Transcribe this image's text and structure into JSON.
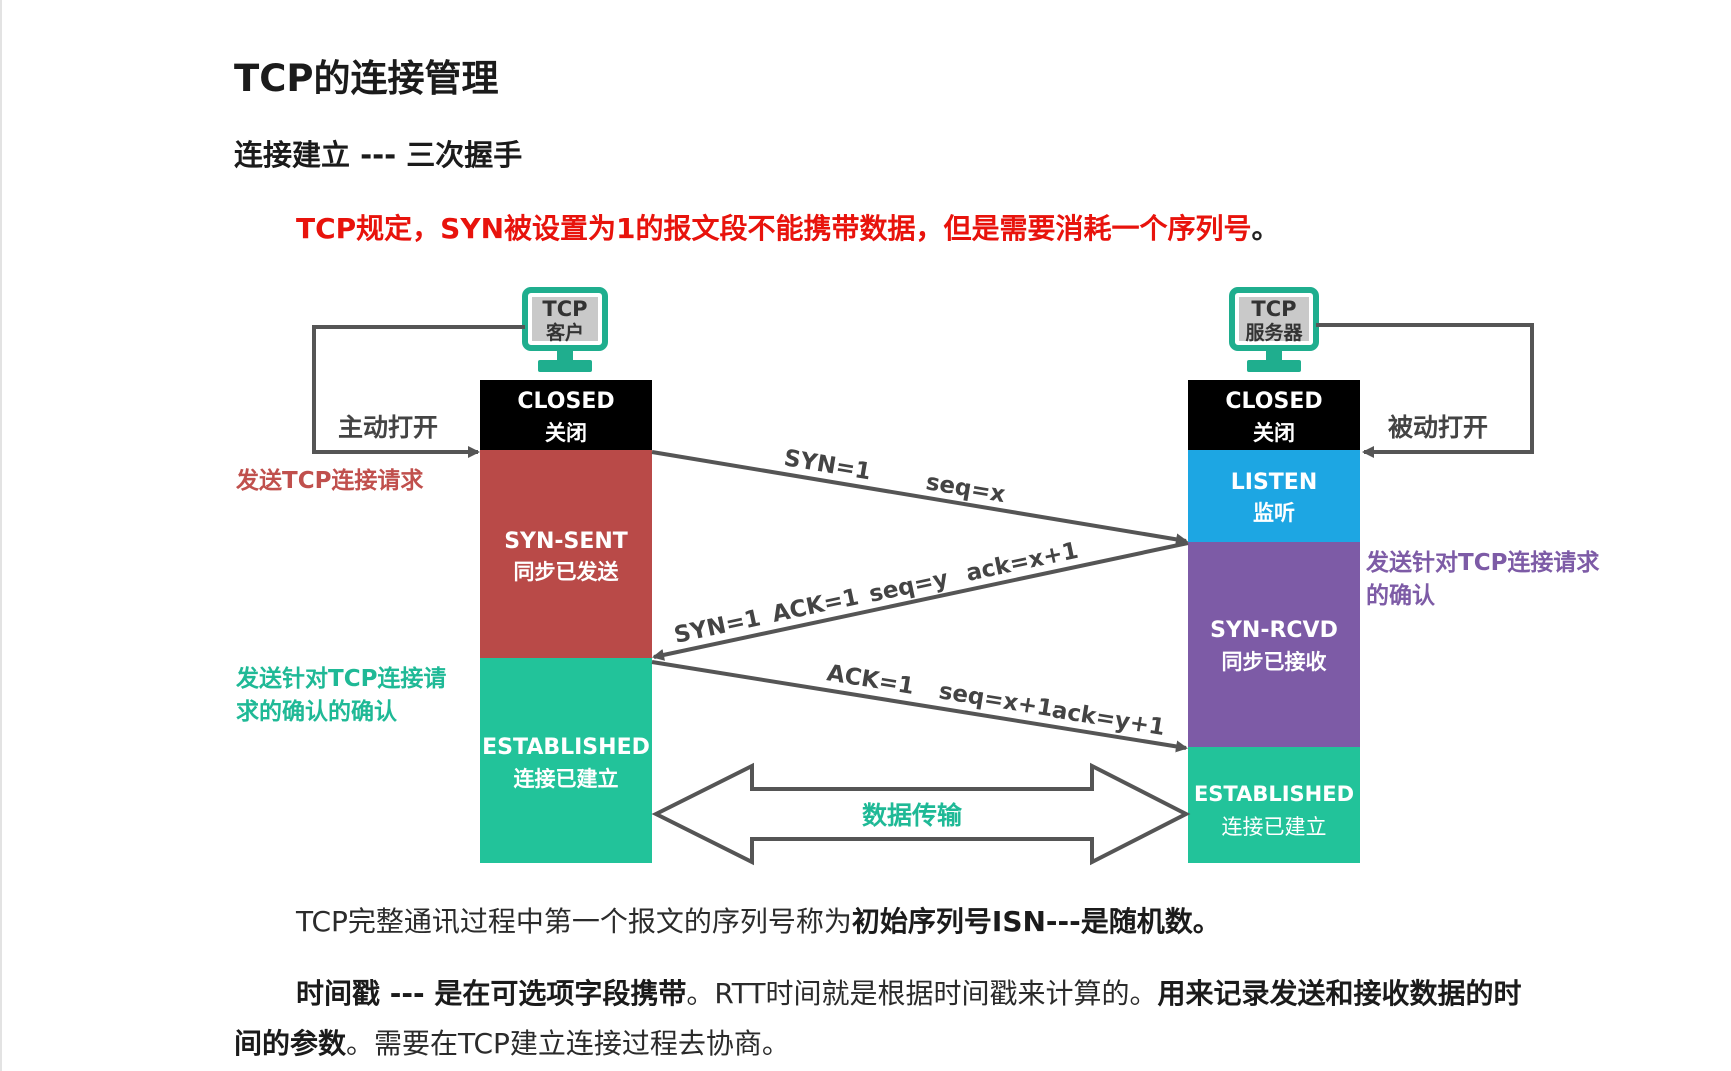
{
  "title": "TCP的连接管理",
  "subtitle": "连接建立 --- 三次握手",
  "note": {
    "bold": "TCP规定，SYN被设置为1的报文段不能携带数据，但是需要消耗一个序列号",
    "tail": "。"
  },
  "diagram": {
    "client": {
      "monitor_line1": "TCP",
      "monitor_line2": "客户",
      "open_label": "主动打开",
      "request_label": "发送TCP连接请求",
      "ack_ack_label_line1": "发送针对TCP连接请",
      "ack_ack_label_line2": "求的确认的确认",
      "states": [
        {
          "line1": "CLOSED",
          "line2": "关闭",
          "color": "#000000"
        },
        {
          "line1": "SYN-SENT",
          "line2": "同步已发送",
          "color": "#b94a48"
        },
        {
          "line1": "ESTABLISHED",
          "line2": "连接已建立",
          "color": "#22c39a"
        }
      ]
    },
    "server": {
      "monitor_line1": "TCP",
      "monitor_line2": "服务器",
      "open_label": "被动打开",
      "ack_label_line1": "发送针对TCP连接请求",
      "ack_label_line2": "的确认",
      "states": [
        {
          "line1": "CLOSED",
          "line2": "关闭",
          "color": "#000000"
        },
        {
          "line1": "LISTEN",
          "line2": "监听",
          "color": "#1da6e3"
        },
        {
          "line1": "SYN-RCVD",
          "line2": "同步已接收",
          "color": "#7d5ba6"
        },
        {
          "line1": "ESTABLISHED",
          "line2": "连接已建立",
          "color": "#22c39a"
        }
      ]
    },
    "messages": {
      "m1_syn": "SYN=1",
      "m1_seq": "seq=x",
      "m2_syn": "SYN=1",
      "m2_ack": "ACK=1",
      "m2_seq": "seq=y",
      "m2_acknum": "ack=x+1",
      "m3_ack": "ACK=1",
      "m3_seq": "seq=x+1",
      "m3_acknum": "ack=y+1"
    },
    "data_transfer": "数据传输",
    "colors": {
      "red_label": "#c0504d",
      "teal_label": "#1fb996",
      "purple_label": "#7d5ba6",
      "monitor": "#1fae8e"
    }
  },
  "para1": {
    "normal": "TCP完整通讯过程中第一个报文的序列号称为",
    "bold": "初始序列号ISN---是随机数。"
  },
  "para2": {
    "bold1": "时间戳 --- 是在可选项字段携带",
    "normal1": "。RTT时间就是根据时间戳来计算的。",
    "bold2": "用来记录发送和接收数据的时",
    "bold3": "间的参数",
    "normal2": "。需要在TCP建立连接过程去协商。"
  }
}
